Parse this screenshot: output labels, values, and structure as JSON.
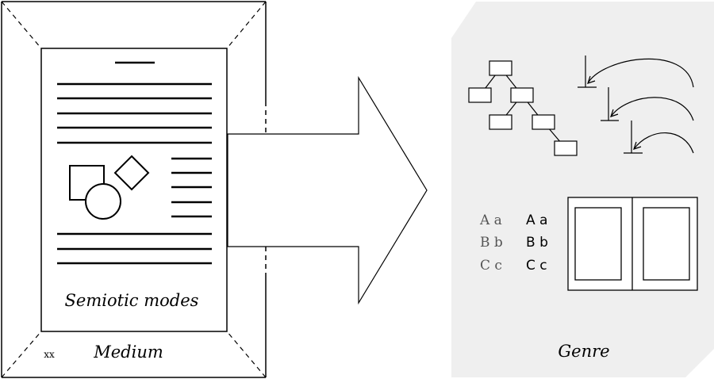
{
  "labels": {
    "semiotic_modes": "Semiotic modes",
    "medium": "Medium",
    "genre": "Genre",
    "corner_mark": "xx"
  },
  "letter_samples": {
    "serif": [
      "A a",
      "B b",
      "C c"
    ],
    "sans": [
      "A a",
      "B b",
      "C c"
    ]
  },
  "colors": {
    "genre_panel": "#efefef",
    "stroke": "#000000",
    "page_fill": "#ffffff"
  }
}
